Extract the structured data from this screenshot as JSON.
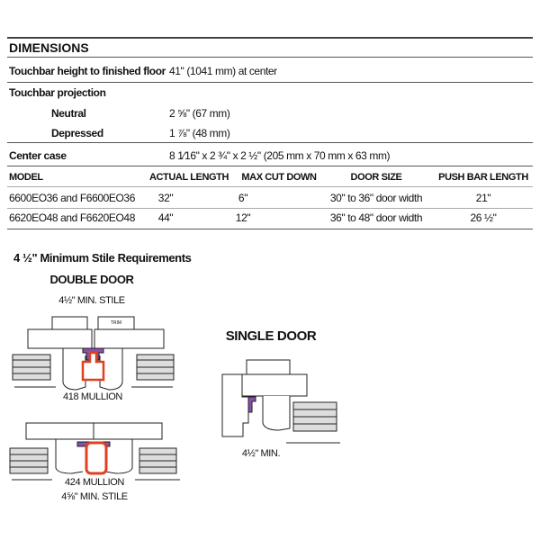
{
  "dimensions": {
    "title": "DIMENSIONS",
    "touchbar_height_label": "Touchbar height to finished floor",
    "touchbar_height_value": "41\" (1041 mm) at center",
    "projection_label": "Touchbar projection",
    "neutral_label": "Neutral",
    "neutral_value": "2 ⅝\" (67 mm)",
    "depressed_label": "Depressed",
    "depressed_value": "1 ⅞\" (48 mm)",
    "center_case_label": "Center case",
    "center_case_value": "8 1⁄16\" x 2 ¾\" x 2 ½\" (205 mm x 70 mm x 63 mm)"
  },
  "models_table": {
    "headers": [
      "MODEL",
      "ACTUAL LENGTH",
      "MAX CUT DOWN",
      "DOOR SIZE",
      "PUSH BAR LENGTH"
    ],
    "rows": [
      [
        "6600EO36 and F6600EO36",
        "32\"",
        "6\"",
        "30\" to 36\"  door width",
        "21\""
      ],
      [
        "6620EO48 and F6620EO48",
        "44\"",
        "12\"",
        "36\" to 48\"  door width",
        "26 ½\""
      ]
    ]
  },
  "stile": {
    "title": "4 ½\" Minimum Stile Requirements",
    "double_door": "DOUBLE DOOR",
    "min_stile_top": "4½\" MIN. STILE",
    "trim": "TRIM",
    "mullion_418": "418 MULLION",
    "mullion_424": "424 MULLION",
    "min_stile_424": "4⅝\" MIN. STILE",
    "single_door": "SINGLE DOOR",
    "single_min": "4½\" MIN."
  },
  "colors": {
    "mullion": "#e0401f",
    "gasket": "#8a4fa8"
  }
}
